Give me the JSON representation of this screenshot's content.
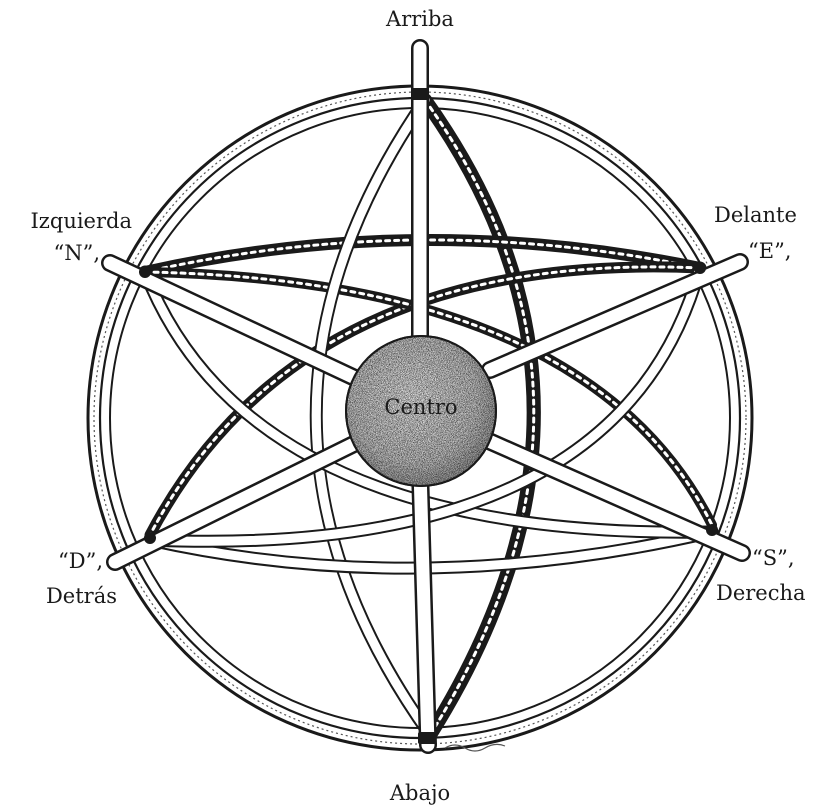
{
  "labels": {
    "top": "Arriba",
    "bottom": "Abajo",
    "center": "Centro",
    "upper_left_name": "Izquierda",
    "upper_left_letter": "“N”,",
    "upper_right_name": "Delante",
    "upper_right_letter": "“E”,",
    "lower_left_letter": "“D”,",
    "lower_left_name": "Detrás",
    "lower_right_letter": "“S”,",
    "lower_right_name": "Derecha"
  },
  "colors": {
    "ink": "#1a1a1a",
    "paper": "#ffffff",
    "sphere_fill": "#d8d8d8"
  }
}
